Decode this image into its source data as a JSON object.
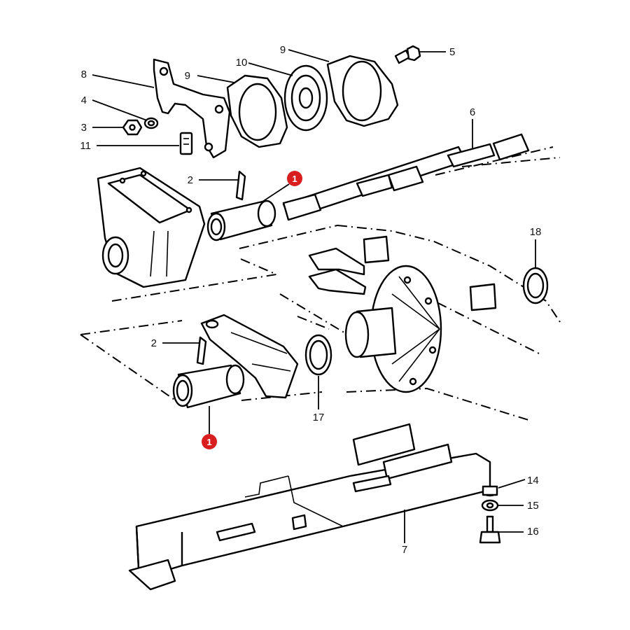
{
  "callouts": [
    {
      "id": "c8",
      "label": "8"
    },
    {
      "id": "c4",
      "label": "4"
    },
    {
      "id": "c3",
      "label": "3"
    },
    {
      "id": "c11",
      "label": "11"
    },
    {
      "id": "c9a",
      "label": "9"
    },
    {
      "id": "c10",
      "label": "10"
    },
    {
      "id": "c9b",
      "label": "9"
    },
    {
      "id": "c5",
      "label": "5"
    },
    {
      "id": "c6",
      "label": "6"
    },
    {
      "id": "c2a",
      "label": "2"
    },
    {
      "id": "c2b",
      "label": "2"
    },
    {
      "id": "c18",
      "label": "18"
    },
    {
      "id": "c17",
      "label": "17"
    },
    {
      "id": "c14",
      "label": "14"
    },
    {
      "id": "c15",
      "label": "15"
    },
    {
      "id": "c16",
      "label": "16"
    },
    {
      "id": "c7",
      "label": "7"
    }
  ],
  "highlights": [
    {
      "id": "h1a",
      "label": "1"
    },
    {
      "id": "h1b",
      "label": "1"
    }
  ],
  "colors": {
    "badge": "#d81e1e",
    "line": "#000000",
    "background": "#ffffff"
  }
}
